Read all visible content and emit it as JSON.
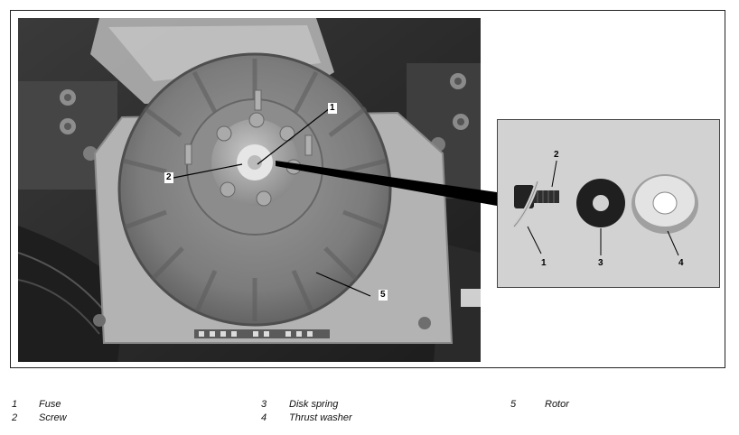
{
  "figure": {
    "callouts": {
      "c1": "1",
      "c2": "2",
      "c5": "5",
      "inset_c1": "1",
      "inset_c2": "2",
      "inset_c3": "3",
      "inset_c4": "4"
    }
  },
  "legend": [
    {
      "num": "1",
      "label": "Fuse"
    },
    {
      "num": "2",
      "label": "Screw"
    },
    {
      "num": "3",
      "label": "Disk spring"
    },
    {
      "num": "4",
      "label": "Thrust washer"
    },
    {
      "num": "5",
      "label": "Rotor"
    }
  ]
}
